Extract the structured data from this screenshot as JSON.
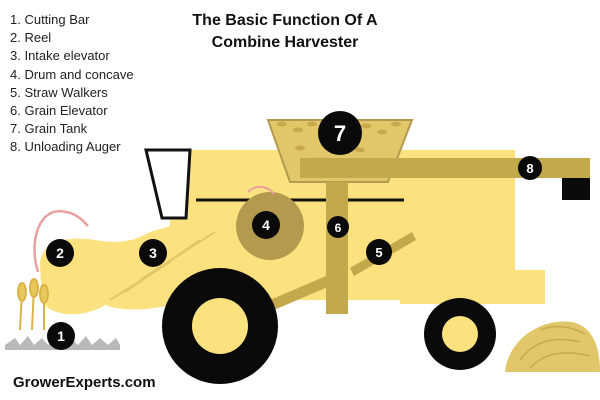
{
  "title": {
    "line1": "The Basic Function Of A",
    "line2": "Combine Harvester"
  },
  "legend": {
    "items": [
      "1. Cutting Bar",
      "2. Reel",
      "3. Intake elevator",
      "4. Drum and concave",
      "5. Straw Walkers",
      "6. Grain Elevator",
      "7. Grain Tank",
      "8. Unloading Auger"
    ]
  },
  "markers": {
    "m1": "1",
    "m2": "2",
    "m3": "3",
    "m4": "4",
    "m5": "5",
    "m6": "6",
    "m7": "7",
    "m8": "8"
  },
  "brand": "GrowerExperts.com",
  "colors": {
    "body_yellow": "#FBE27E",
    "auger_olive": "#C4A84C",
    "drum_olive": "#B49A4E",
    "grain_gold": "#E2C66A",
    "tire_black": "#0A0A0A",
    "reel_pink": "#E8A0A0"
  }
}
